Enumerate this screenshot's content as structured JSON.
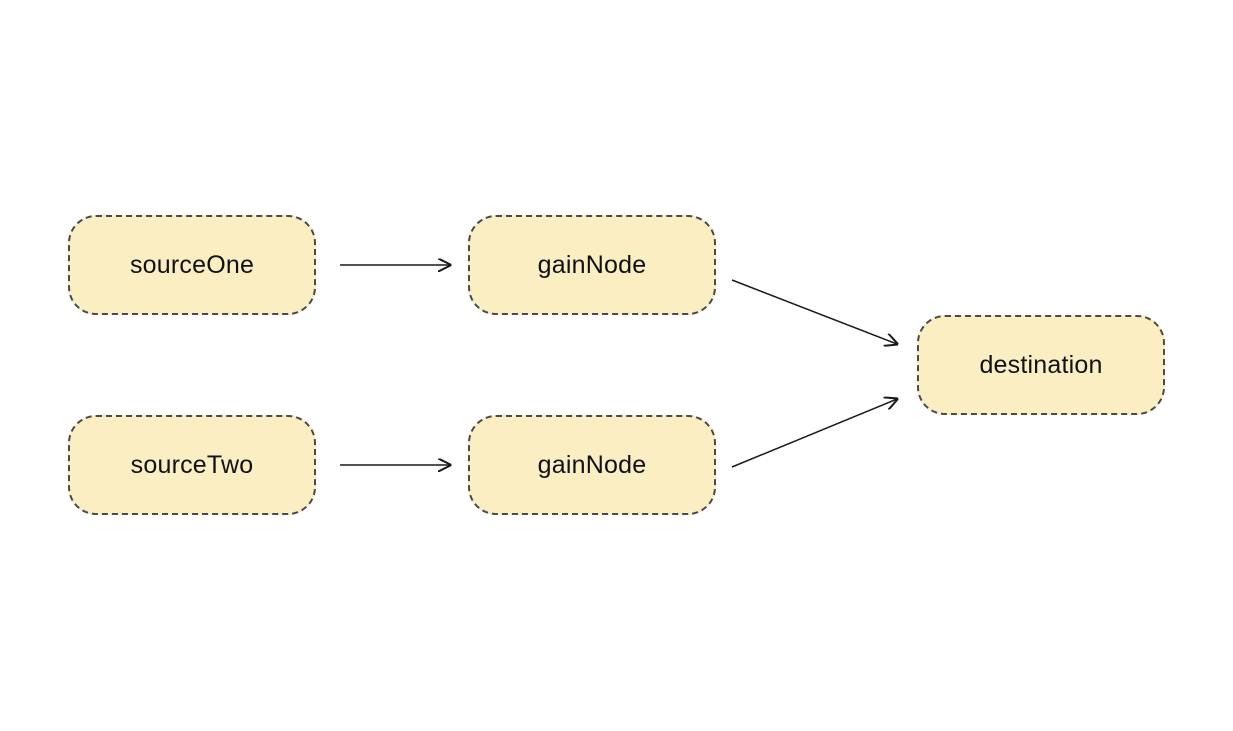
{
  "diagram": {
    "colors": {
      "node_fill": "#FBEEC2",
      "node_border": "#4a4a4a",
      "arrow": "#1a1a1a",
      "background": "#ffffff"
    },
    "nodes": [
      {
        "id": "sourceOne",
        "label": "sourceOne"
      },
      {
        "id": "gainNode1",
        "label": "gainNode"
      },
      {
        "id": "sourceTwo",
        "label": "sourceTwo"
      },
      {
        "id": "gainNode2",
        "label": "gainNode"
      },
      {
        "id": "destination",
        "label": "destination"
      }
    ],
    "edges": [
      {
        "from": "sourceOne",
        "to": "gainNode1"
      },
      {
        "from": "sourceTwo",
        "to": "gainNode2"
      },
      {
        "from": "gainNode1",
        "to": "destination"
      },
      {
        "from": "gainNode2",
        "to": "destination"
      }
    ]
  }
}
